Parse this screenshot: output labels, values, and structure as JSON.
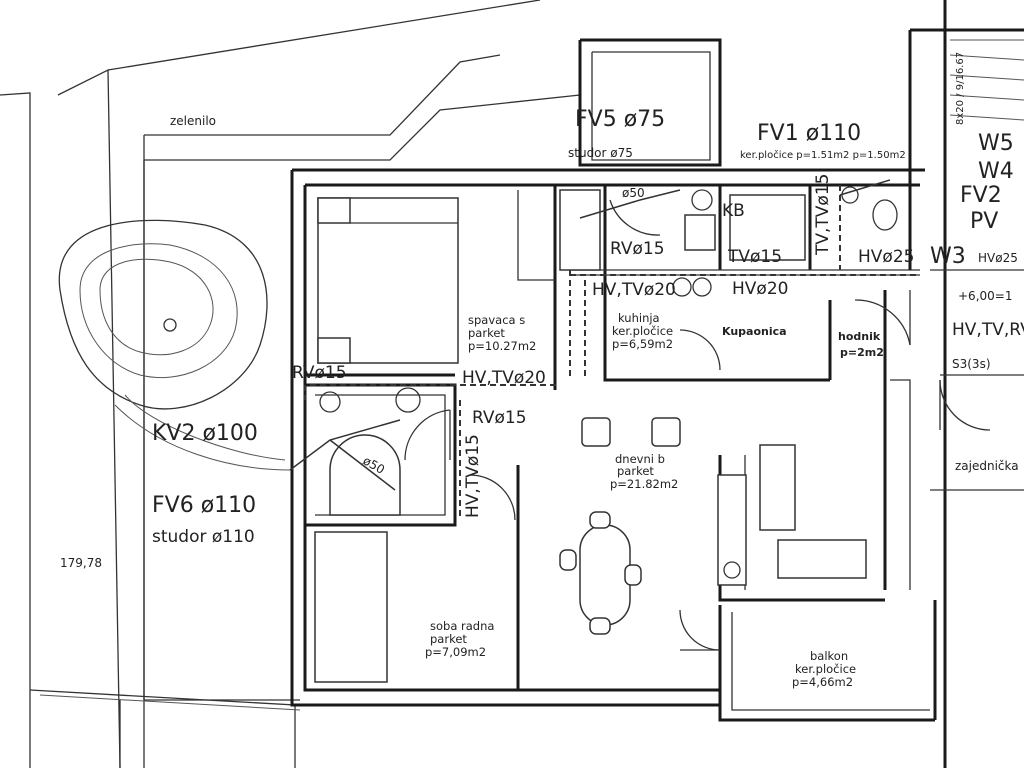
{
  "plan": {
    "site": {
      "green_label": "zelenilo",
      "elevation": "179,78"
    },
    "rooms": [
      {
        "id": "spavaca",
        "name": "spavaca s",
        "floor": "parket",
        "area": "p=10.27m2"
      },
      {
        "id": "kuhinja",
        "name": "kuhinja",
        "floor": "ker.pločice",
        "area": "p=6,59m2"
      },
      {
        "id": "kupaonica",
        "name": "Kupaonica"
      },
      {
        "id": "hodnik",
        "name": "hodnik",
        "area": "p=2m2"
      },
      {
        "id": "dnevni",
        "name": "dnevni b",
        "floor": "parket",
        "area": "p=21.82m2"
      },
      {
        "id": "soba",
        "name": "soba radna",
        "floor": "parket",
        "area": "p=7,09m2"
      },
      {
        "id": "balkon",
        "name": "balkon",
        "floor": "ker.pločice",
        "area": "p=4,66m2"
      }
    ],
    "vents": {
      "fv5": "FV5 ø75",
      "fv5_sub": "studor ø75",
      "fv1": "FV1 ø110",
      "fv1_sub": "ker.pločice p=1.51m2 p=1.50m2",
      "kb": "KB",
      "kv2": "KV2 ø100",
      "fv6": "FV6 ø110",
      "fv6_sub": "studor ø110",
      "w5": "W5",
      "w4": "W4",
      "fv2": "FV2",
      "pv": "PV",
      "w3": "W3",
      "hv25_right": "HVø25",
      "elev_plus": "+6,00=1",
      "hvtvrv": "HV,TV,RV",
      "s3": "S3(3s)",
      "zajednicka": "zajednička",
      "stair_note": "8x20 / 9/16.67"
    },
    "pipes": {
      "rv15_top": "RVø15",
      "tv15_top": "TVø15",
      "hv25_top": "HVø25",
      "hvtv20_kitchen": "HV,TVø20",
      "hv20_kitchen": "HVø20",
      "hvtv20_hall": "HV,TVø20",
      "rv15_hall": "RVø15",
      "rv15_bath": "RVø15",
      "hvtv15_vert": "HV,TVø15",
      "tvtv15_vert": "TV,TVø15",
      "d50_top": "ø50",
      "d50_bath": "ø50"
    }
  }
}
